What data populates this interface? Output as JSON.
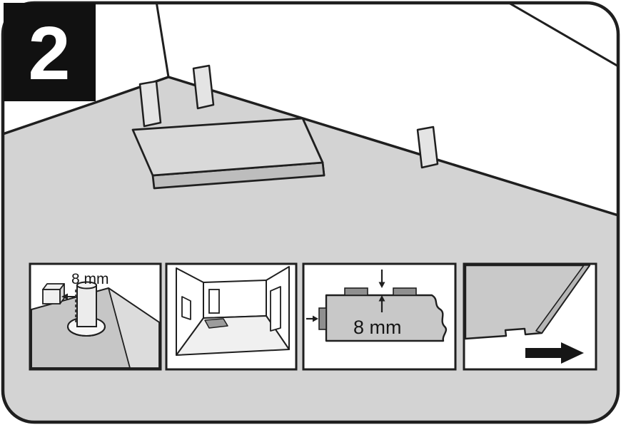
{
  "step": {
    "number": "2"
  },
  "panels": {
    "pipe_detail": {
      "gap_label": "8 mm"
    },
    "room_overview": {},
    "gap_detail": {
      "gap_label": "8 mm"
    },
    "plank_direction": {}
  },
  "icons": {
    "plank_direction_arrow": "arrow-right",
    "gap_measure_arrows": "measure-arrow"
  },
  "colors": {
    "outline": "#1f1f1f",
    "floor_gray": "#d3d3d3",
    "panel_background": "#ffffff",
    "plank_top": "#d9d9d9",
    "plank_front": "#bdbdbd",
    "plank_end": "#acacac",
    "spacer_light": "#e4e4e4",
    "spacer_dark": "#8f8f8f",
    "room_plank": "#9c9c9c",
    "room_floor": "#f0f0f0",
    "step_box_background": "#111111",
    "step_number_color": "#ffffff",
    "arrow_black": "#161616",
    "label_color": "#161616"
  }
}
